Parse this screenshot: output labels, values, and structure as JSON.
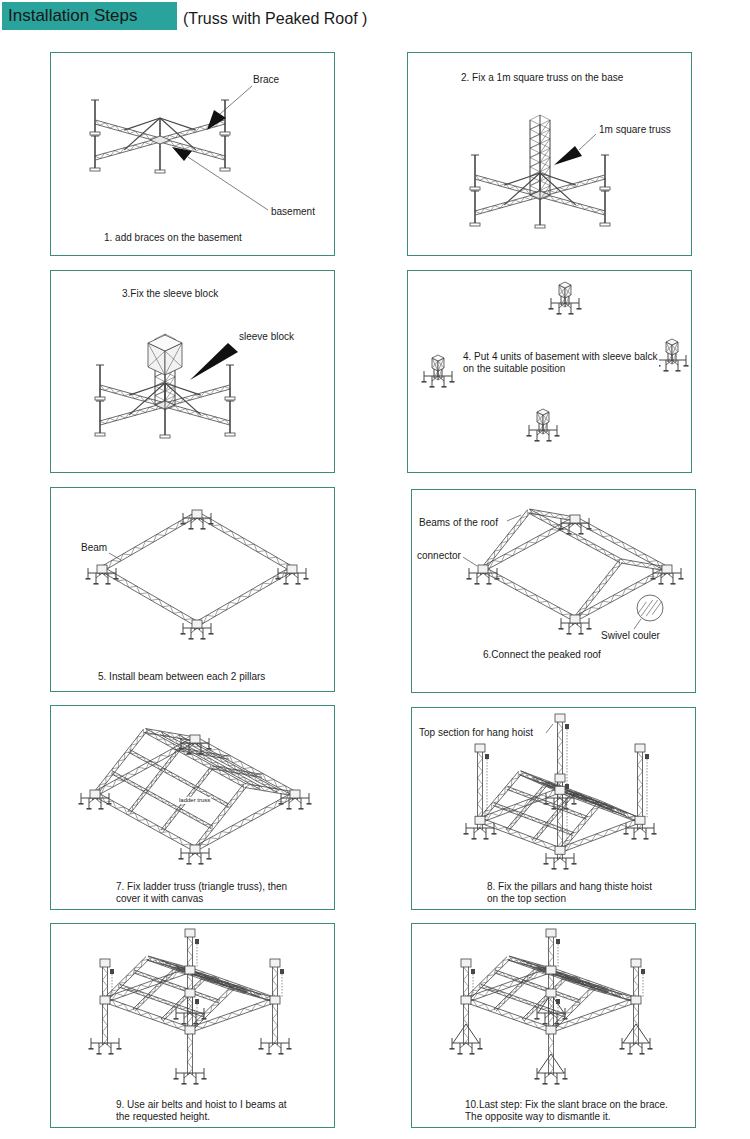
{
  "diagram": {
    "title": "Installation Steps",
    "nodes": [
      {
        "text": [
          "1. add braces on the basement"
        ]
      },
      {
        "text": [
          "2. Fix a 1m square truss on the base"
        ]
      },
      {
        "text": [
          "3.Fix the sleeve block"
        ]
      },
      {
        "text": [
          "4. Put 4 units of basement with sleeve balck on the suitable position"
        ]
      },
      {
        "text": [
          "5. Install beam between each 2 pillars"
        ]
      },
      {
        "text": [
          "6.Connect the peaked roof"
        ]
      },
      {
        "text": [
          "7. Fix ladder truss (triangle truss), then cover it with canvas"
        ]
      },
      {
        "text": [
          "8. Fix the pillars and hang thiste hoist on the top section"
        ]
      },
      {
        "text": [
          "9. Use air belts and hoist to I beams at the requested height."
        ]
      },
      {
        "text": [
          "10.Last step: Fix the slant brace on the brace. The opposite way to dismantle it."
        ]
      }
    ],
    "labels": [
      "(Truss with Peaked Roof )",
      "Brace",
      "basement",
      "1m square truss",
      "sleeve block",
      "Beam",
      "Beams of the roof",
      "connector",
      "Swivel couler",
      "ladder truss",
      "Top section for hang hoist"
    ]
  }
}
